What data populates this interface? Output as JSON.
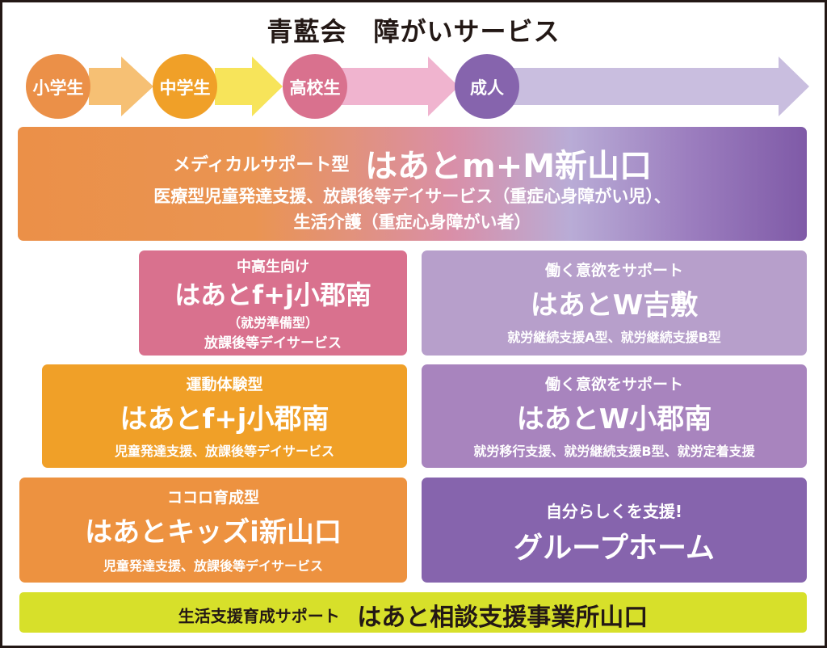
{
  "title": "青藍会　障がいサービス",
  "stages": [
    {
      "label": "小学生",
      "color": "#eb9048"
    },
    {
      "label": "中学生",
      "color": "#f0a028"
    },
    {
      "label": "高校生",
      "color": "#d9718e"
    },
    {
      "label": "成人",
      "color": "#8664ad"
    }
  ],
  "medical": {
    "type_label": "メディカルサポート型",
    "name": "はあとm+M新山口",
    "desc1": "医療型児童発達支援、放課後等デイサービス（重症心身障がい児）、",
    "desc2": "生活介護（重症心身障がい者）"
  },
  "services": [
    {
      "subtitle": "中高生向け",
      "name": "はあとf+j小郡南",
      "note": "（就労準備型）",
      "desc": "放課後等デイサービス",
      "color": "#d9718e"
    },
    {
      "subtitle": "働く意欲をサポート",
      "name": "はあとW吉敷",
      "desc": "就労継続支援A型、就労継続支援B型",
      "color": "#b79fcb"
    },
    {
      "subtitle": "運動体験型",
      "name": "はあとf+j小郡南",
      "desc": "児童発達支援、放課後等デイサービス",
      "color": "#f0a028"
    },
    {
      "subtitle": "働く意欲をサポート",
      "name": "はあとW小郡南",
      "desc": "就労移行支援、就労継続支援B型、就労定着支援",
      "color": "#a884be"
    },
    {
      "subtitle": "ココロ育成型",
      "name": "はあとキッズi新山口",
      "desc": "児童発達支援、放課後等デイサービス",
      "color": "#ed9240"
    },
    {
      "subtitle": "自分らしくを支援!",
      "name": "グループホーム",
      "color": "#8664ad"
    }
  ],
  "consult": {
    "type_label": "生活支援育成サポート",
    "name": "はあと相談支援事業所山口",
    "color": "#d7e02a"
  }
}
